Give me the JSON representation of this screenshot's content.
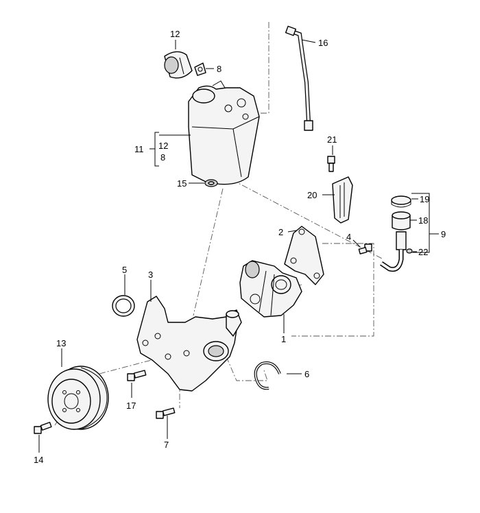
{
  "callouts": {
    "c1": "1",
    "c2": "2",
    "c3": "3",
    "c4": "4",
    "c5": "5",
    "c6": "6",
    "c7": "7",
    "c8_cap": "8",
    "c8_group": "8",
    "c9": "9",
    "c11": "11",
    "c12_cap": "12",
    "c12_group": "12",
    "c13": "13",
    "c14": "14",
    "c15": "15",
    "c16": "16",
    "c17": "17",
    "c18": "18",
    "c19": "19",
    "c20": "20",
    "c21": "21",
    "c22": "22"
  }
}
